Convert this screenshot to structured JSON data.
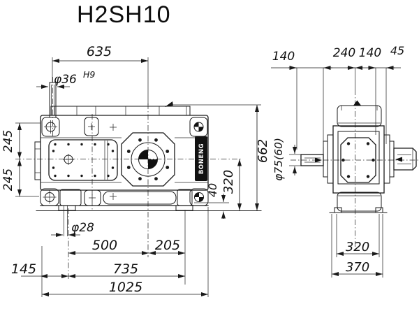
{
  "title": "H2SH10",
  "badge": "BONENG",
  "front_view": {
    "dims": {
      "top_width": "635",
      "input_dia": "φ36",
      "input_tol": "H9",
      "upper_left": "245",
      "lower_left": "245",
      "total_height": "662",
      "base_to_center": "320",
      "foot_height": "40",
      "foot_hole": "φ28",
      "span_a": "500",
      "span_b": "205",
      "offset_left": "145",
      "bolt_span": "735",
      "overall_length": "1025"
    }
  },
  "side_view": {
    "dims": {
      "shaft_len": "140",
      "body_depth": "240",
      "upper_depth": "140",
      "cover_depth": "45",
      "shaft_dia": "φ75(60)",
      "base_depth": "320",
      "overall_depth": "370"
    }
  }
}
